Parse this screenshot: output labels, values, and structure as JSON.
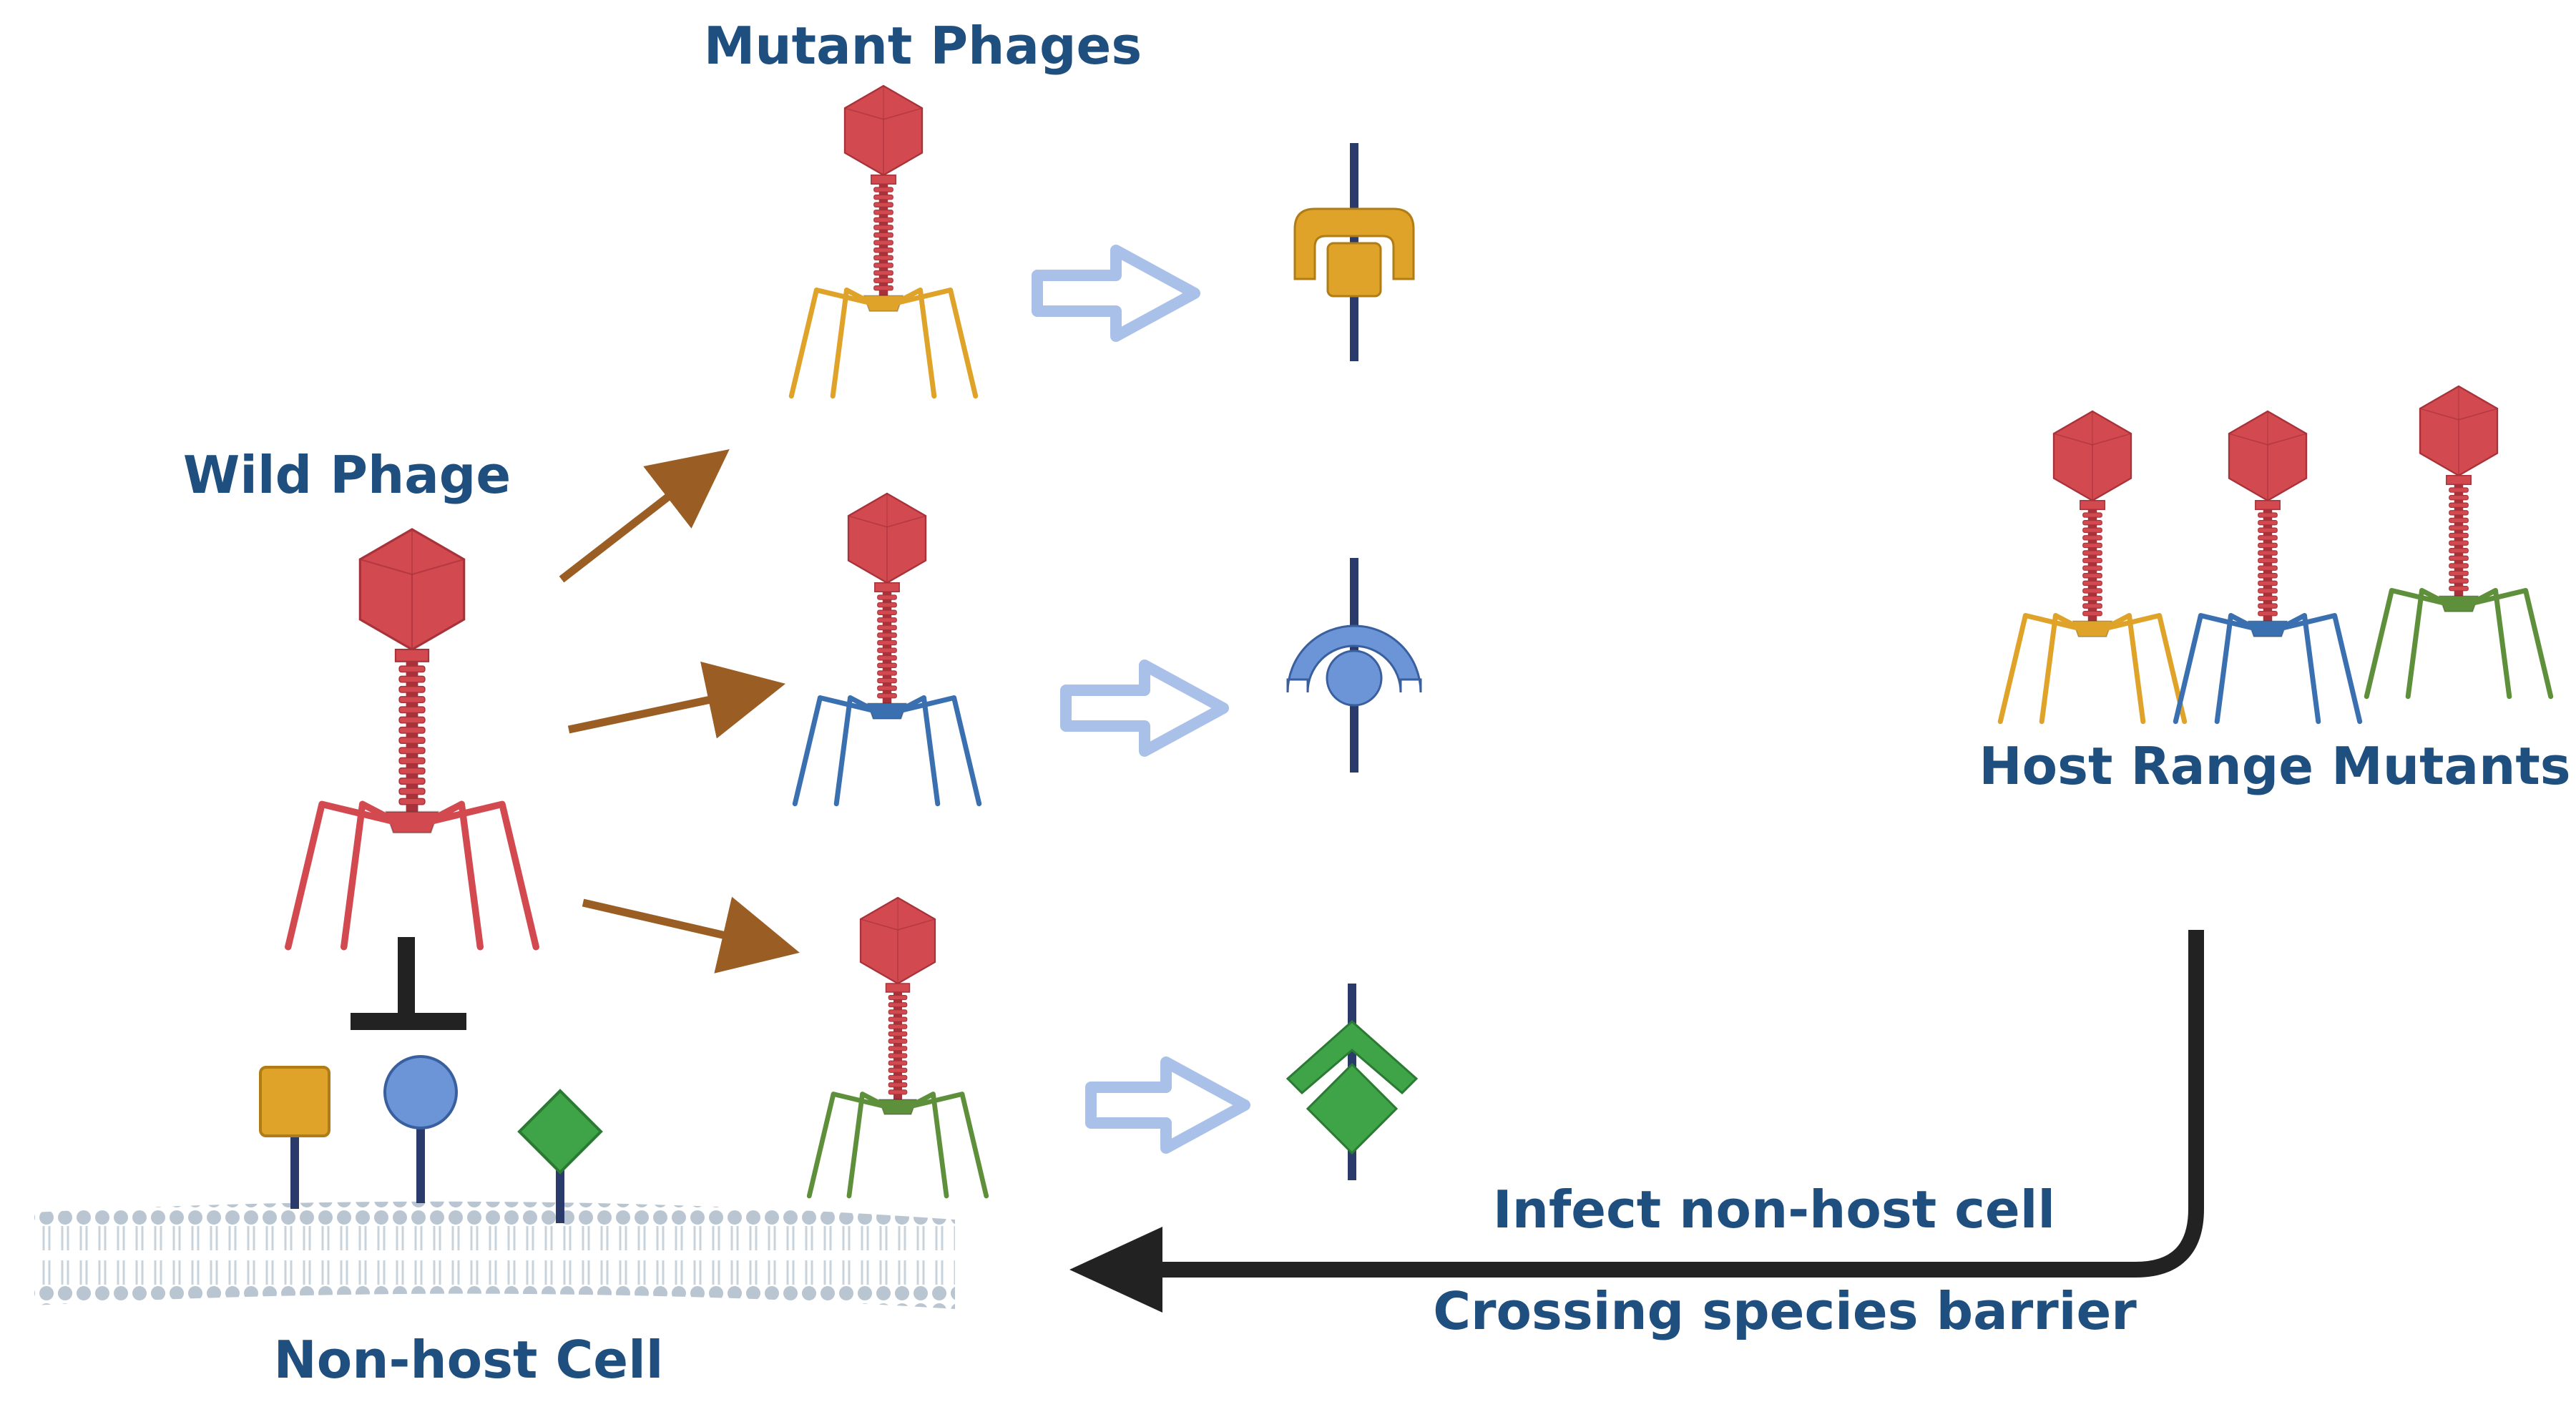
{
  "labels": {
    "mutant_phages": "Mutant Phages",
    "wild_phage": "Wild Phage",
    "host_range_mutants": "Host Range Mutants",
    "non_host_cell": "Non-host Cell",
    "infect_non_host": "Infect non-host cell",
    "crossing_barrier": "Crossing species barrier"
  },
  "colors": {
    "capsid": "#d24a50",
    "capsid_dark": "#a8323a",
    "fiber_wild": "#d24a50",
    "fiber_orange": "#e0a32a",
    "fiber_blue": "#3a6fb0",
    "fiber_green": "#5e8f3a",
    "receptor_square": "#e0a32a",
    "receptor_circle": "#6b95d6",
    "receptor_diamond": "#3fa447",
    "mutation_arrow": "#9a5e24",
    "hollow_arrow": "#a9c0e8",
    "label_text": "#1f4f7e",
    "membrane": "#b9c6d2",
    "stem": "#2a3a6a"
  },
  "icons": {
    "block": "inhibition-t-icon",
    "phage": "bacteriophage-icon",
    "receptor_square": "square-receptor-icon",
    "receptor_circle": "circle-receptor-icon",
    "receptor_diamond": "diamond-receptor-icon"
  }
}
